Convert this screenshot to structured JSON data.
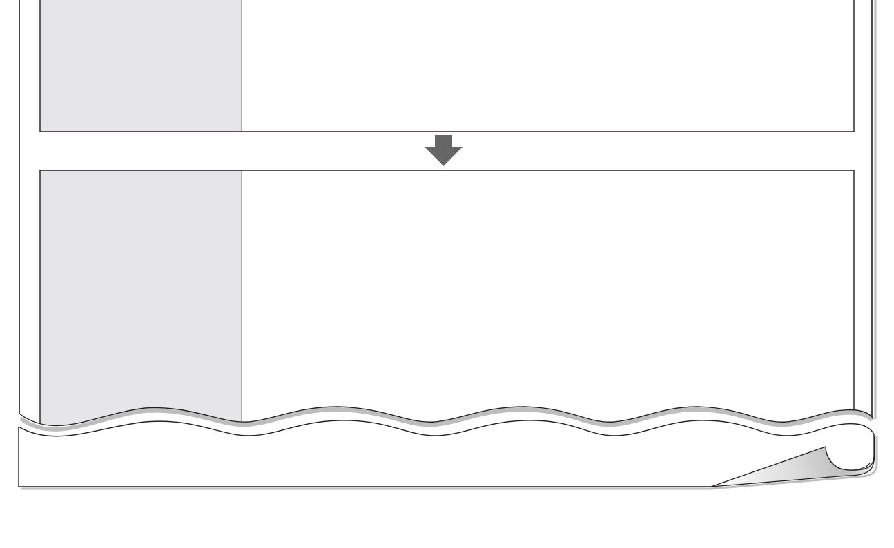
{
  "diagram": {
    "panels": [
      {
        "id": "upper-panel",
        "sidebar_color": "#e6e6e8",
        "content_color": "#ffffff"
      },
      {
        "id": "lower-panel",
        "sidebar_color": "#e6e6e8",
        "content_color": "#ffffff"
      }
    ],
    "arrow": {
      "direction": "down",
      "color": "#666666"
    },
    "page": {
      "edge_style": "torn-wavy",
      "corner": "curled",
      "outline_color": "#231f20",
      "shadow_color": "#b7b7b7"
    }
  }
}
